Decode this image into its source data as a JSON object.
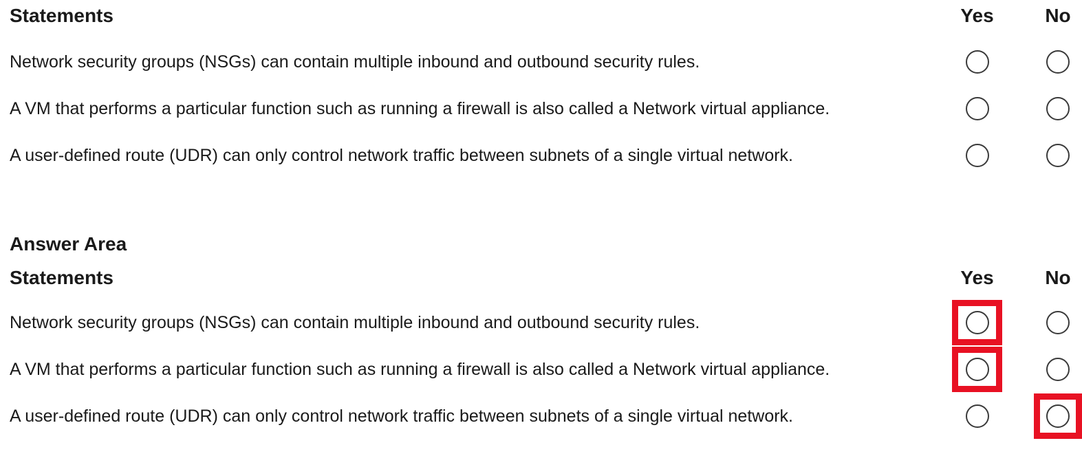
{
  "colors": {
    "background": "#ffffff",
    "text": "#1a1a1a",
    "radio_border": "#3a3a3a",
    "highlight_red": "#e81123"
  },
  "question": {
    "columns": {
      "statements": "Statements",
      "yes": "Yes",
      "no": "No"
    },
    "rows": [
      {
        "text": "Network security groups (NSGs) can contain multiple inbound and outbound security rules."
      },
      {
        "text": "A VM that performs a particular function such as running a firewall is also called a Network virtual appliance."
      },
      {
        "text": "A user-defined route (UDR) can only control network traffic between subnets of a single virtual network."
      }
    ]
  },
  "answer_area": {
    "title": "Answer Area",
    "columns": {
      "statements": "Statements",
      "yes": "Yes",
      "no": "No"
    },
    "rows": [
      {
        "text": "Network security groups (NSGs) can contain multiple inbound and outbound security rules.",
        "correct": "yes"
      },
      {
        "text": "A VM that performs a particular function such as running a firewall is also called a Network virtual appliance.",
        "correct": "yes"
      },
      {
        "text": "A user-defined route (UDR) can only control network traffic between subnets of a single virtual network.",
        "correct": "no"
      }
    ]
  }
}
